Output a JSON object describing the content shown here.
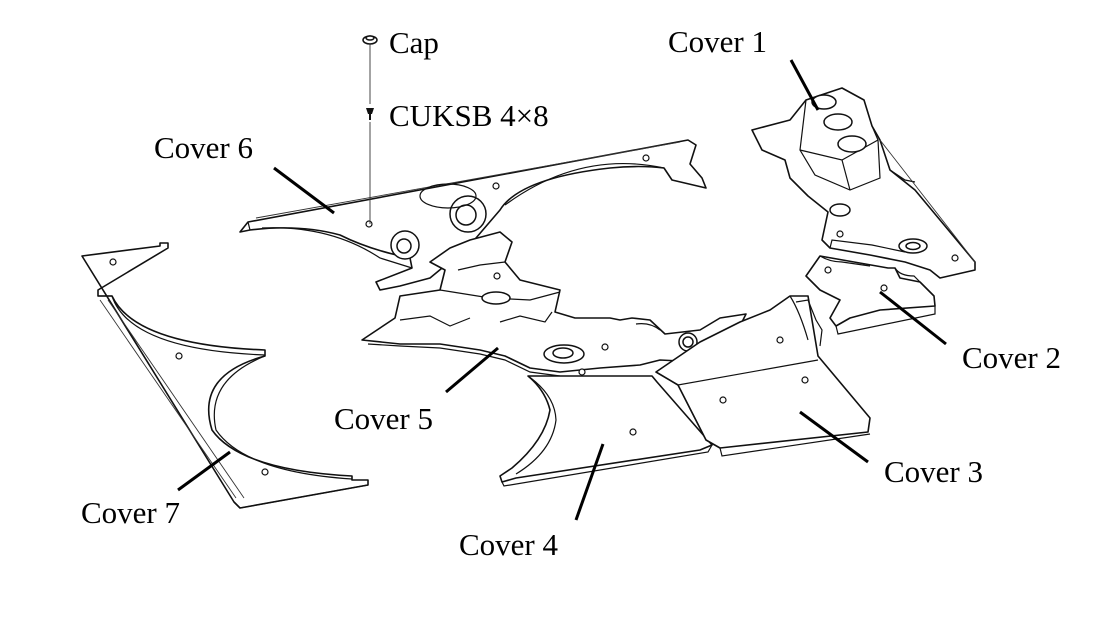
{
  "labels": {
    "cap": "Cap",
    "screw": "CUKSB 4×8",
    "cover1": "Cover 1",
    "cover2": "Cover 2",
    "cover3": "Cover 3",
    "cover4": "Cover 4",
    "cover5": "Cover 5",
    "cover6": "Cover 6",
    "cover7": "Cover 7"
  }
}
